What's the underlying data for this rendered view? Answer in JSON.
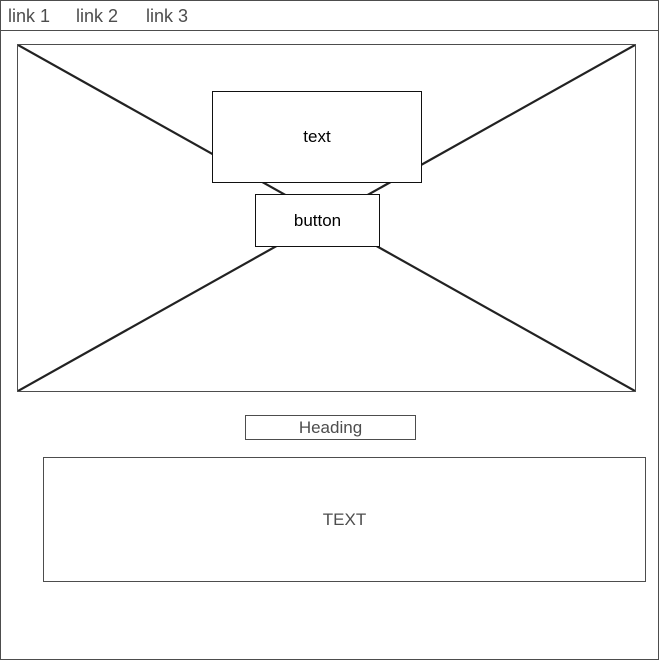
{
  "nav": {
    "links": [
      {
        "label": "link 1"
      },
      {
        "label": "link 2"
      },
      {
        "label": "link 3"
      }
    ]
  },
  "hero": {
    "image_icon": "image-placeholder-icon",
    "text": "text",
    "button_label": "button"
  },
  "section": {
    "heading": "Heading",
    "body_text": "TEXT"
  },
  "colors": {
    "border": "#4d4d4d",
    "placeholder_lines": "#222222",
    "text": "#4d4d4d"
  }
}
